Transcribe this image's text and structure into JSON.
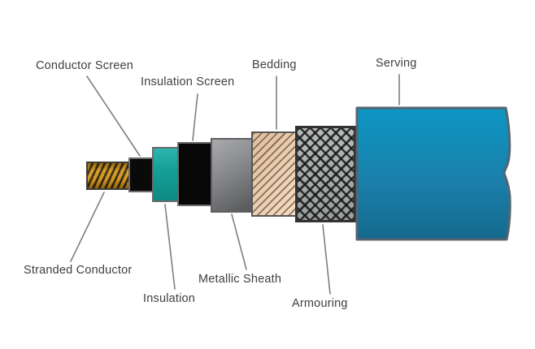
{
  "diagram": {
    "subject": "power-cable-construction-layers",
    "background_color": "#ffffff",
    "label_text_color": "#3f3f3f",
    "leader_line_color": "#7f7f7f",
    "layer_border_color": "#595959",
    "layers": [
      {
        "id": "stranded-conductor",
        "label": "Stranded Conductor",
        "fill": "#cf9013",
        "stripe": "#241a05"
      },
      {
        "id": "conductor-screen",
        "label": "Conductor Screen",
        "fill": "#0a0a0a"
      },
      {
        "id": "insulation",
        "label": "Insulation",
        "fill_top": "#2bb5ae",
        "fill_bottom": "#0d8981"
      },
      {
        "id": "insulation-screen",
        "label": "Insulation Screen",
        "fill": "#070707"
      },
      {
        "id": "metallic-sheath",
        "label": "Metallic Sheath",
        "fill_top": "#a8aaad",
        "fill_bottom": "#5a5b5e"
      },
      {
        "id": "bedding",
        "label": "Bedding",
        "fill": "#eed2b5",
        "stripe": "#6e4e37"
      },
      {
        "id": "armouring",
        "label": "Armouring",
        "fill": "#aaadad",
        "mesh": "#1f1f1f"
      },
      {
        "id": "serving",
        "label": "Serving",
        "fill_top": "#0d96c3",
        "fill_bottom": "#15698e"
      }
    ]
  }
}
